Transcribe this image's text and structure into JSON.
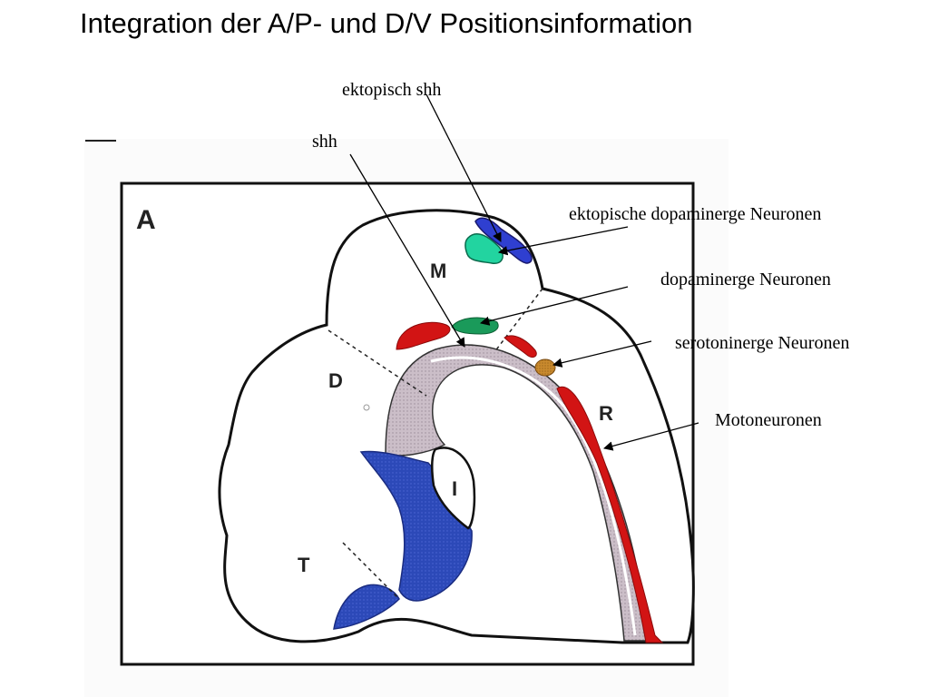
{
  "title": "Integration der A/P- und D/V Positionsinformation",
  "diagram": {
    "panel_label": "A",
    "regions": {
      "M": "M",
      "D": "D",
      "R": "R",
      "I": "I",
      "T": "T"
    },
    "annotations": {
      "ektopisch_shh": "ektopisch shh",
      "shh": "shh",
      "ektopische_dopaminerge": "ektopische dopaminerge Neuronen",
      "dopaminerge": "dopaminerge Neuronen",
      "serotoninerge": "serotoninerge Neuronen",
      "motoneuronen": "Motoneuronen"
    },
    "colors": {
      "shh_floorplate": "#c9bcc6",
      "shh_ventral": "#2c49b8",
      "ectopic_shh": "#2f3fd0",
      "ectopic_dopaminergic": "#22d4a0",
      "dopaminergic": "#1a9a5a",
      "serotonergic": "#c98a2e",
      "motoneurons": "#d21414"
    }
  }
}
